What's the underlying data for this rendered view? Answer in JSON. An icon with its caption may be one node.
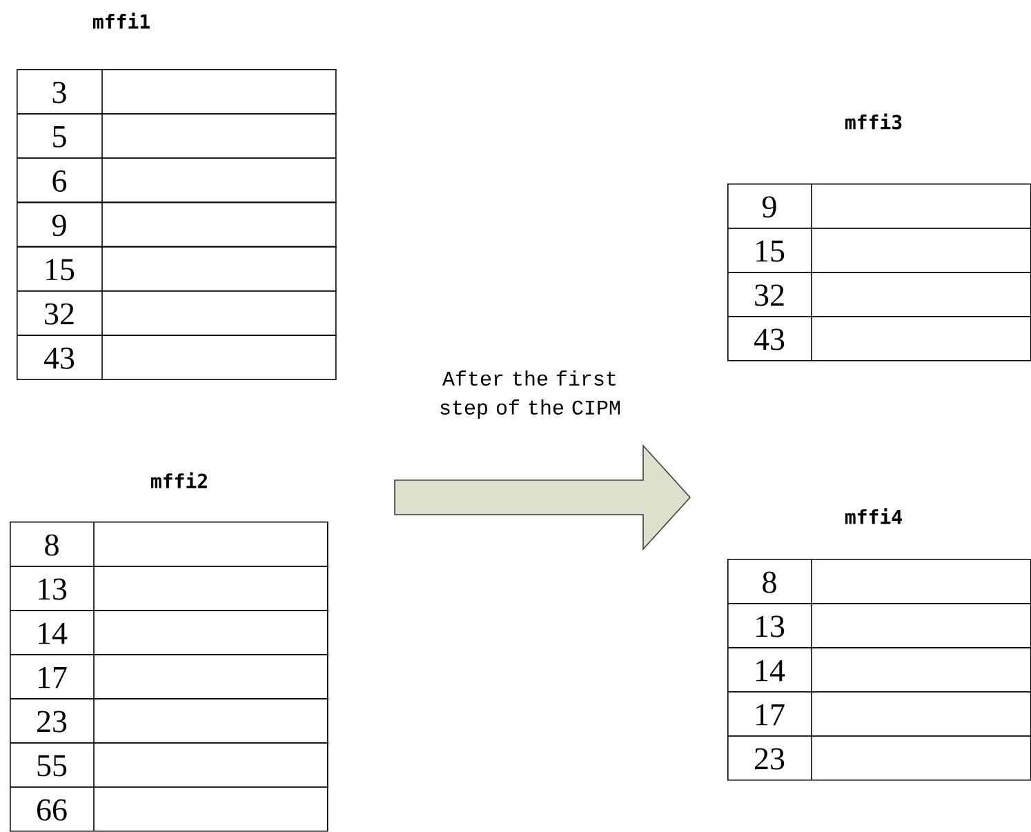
{
  "diagram": {
    "nodes": [
      {
        "text": [
          "mffi1"
        ]
      },
      {
        "text": [
          "3"
        ],
        "in": 0
      },
      {
        "text": [
          "5"
        ],
        "in": 0
      },
      {
        "text": [
          "6"
        ],
        "in": 0
      },
      {
        "text": [
          "9"
        ],
        "in": 0
      },
      {
        "text": [
          "15"
        ],
        "in": 0
      },
      {
        "text": [
          "32"
        ],
        "in": 0
      },
      {
        "text": [
          "43"
        ],
        "in": 0
      },
      {
        "text": [
          "mffi3"
        ]
      },
      {
        "text": [
          "9"
        ],
        "in": 8
      },
      {
        "text": [
          "15"
        ],
        "in": 8
      },
      {
        "text": [
          "32"
        ],
        "in": 8
      },
      {
        "text": [
          "43"
        ],
        "in": 8
      },
      {
        "text": [],
        "shape": "arrow",
        "beside": [
          "After the first step of the CIPM"
        ]
      },
      {
        "text": [
          "mffi2"
        ]
      },
      {
        "text": [
          "8"
        ],
        "in": 14
      },
      {
        "text": [
          "13"
        ],
        "in": 14
      },
      {
        "text": [
          "14"
        ],
        "in": 14
      },
      {
        "text": [
          "17"
        ],
        "in": 14
      },
      {
        "text": [
          "23"
        ],
        "in": 14
      },
      {
        "text": [
          "55"
        ],
        "in": 14
      },
      {
        "text": [
          "66"
        ],
        "in": 14
      },
      {
        "text": [
          "mffi4"
        ]
      },
      {
        "text": [
          "8"
        ],
        "in": 22
      },
      {
        "text": [
          "13"
        ],
        "in": 22
      },
      {
        "text": [
          "14"
        ],
        "in": 22
      },
      {
        "text": [
          "17"
        ],
        "in": 22
      },
      {
        "text": [
          "23"
        ],
        "in": 22
      }
    ]
  }
}
